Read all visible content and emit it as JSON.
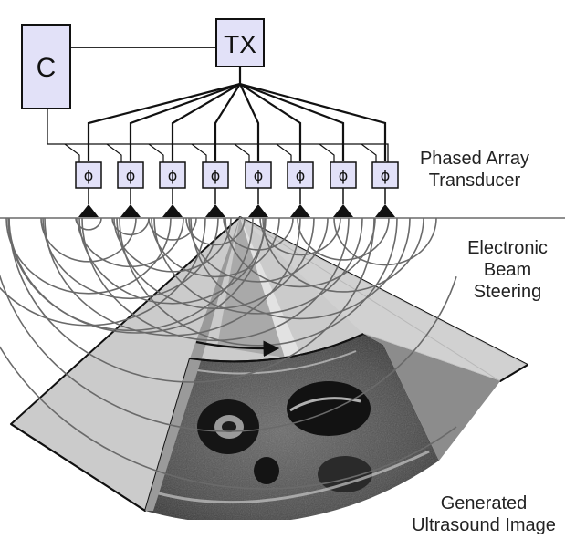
{
  "controller_label": "C",
  "transmitter_label": "TX",
  "phase_shifter_symbol": "ϕ",
  "labels": {
    "transducer": [
      "Phased Array",
      "Transducer"
    ],
    "steering": [
      "Electronic",
      "Beam",
      "Steering"
    ],
    "image": [
      "Generated",
      "Ultrasound Image"
    ]
  },
  "colors": {
    "box_fill": "#e2e1f8",
    "line": "#111111",
    "wave": "#6a6a6a",
    "beam_light": "#c8c8c8",
    "beam_dark": "#8a8a8a",
    "ultrasound_bg": "#2e2e2e"
  }
}
